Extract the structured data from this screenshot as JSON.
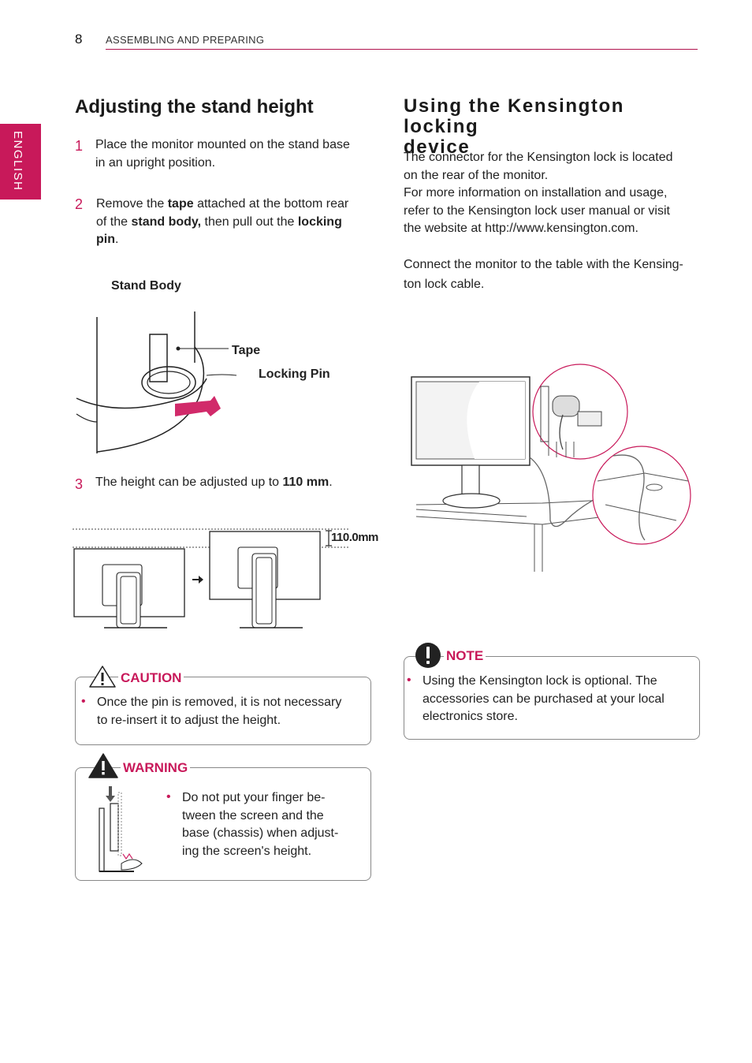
{
  "header": {
    "page_number": "8",
    "section": "ASSEMBLING AND PREPARING"
  },
  "language_tab": "ENGLISH",
  "left": {
    "title": "Adjusting the stand height",
    "steps": [
      {
        "num": "1",
        "line1": "Place the monitor mounted on the stand base",
        "line2": "in an upright position."
      },
      {
        "num": "2",
        "line1a": "Remove the ",
        "line1b": "tape",
        "line1c": " attached at the bottom rear",
        "line2a": "of the ",
        "line2b": "stand body,",
        "line2c": " then pull out the ",
        "line2d": "locking",
        "line3a": "pin",
        "line3b": "."
      },
      {
        "num": "3",
        "text_a": "The height can be adjusted up to ",
        "text_b": "110 mm",
        "text_c": "."
      }
    ],
    "figure1": {
      "stand_body": "Stand Body",
      "tape": "Tape",
      "locking_pin": "Locking Pin"
    },
    "figure2": {
      "height_label": "110.0mm"
    },
    "caution": {
      "title": "CAUTION",
      "line1": "Once the pin is removed, it is not necessary",
      "line2": "to re-insert it to adjust the height."
    },
    "warning": {
      "title": "WARNING",
      "lines": [
        "Do not put your finger be-",
        "tween the screen and the",
        "base (chassis) when adjust-",
        "ing the screen's height."
      ]
    }
  },
  "right": {
    "title_line1": "Using the Kensington locking",
    "title_line2": "device",
    "para1": [
      "The connector for the Kensington lock is located",
      "on the rear of the monitor.",
      "For more information on installation and usage,",
      "refer to the Kensington lock user manual or visit",
      "the website at http://www.kensington.com."
    ],
    "para2": [
      "Connect the monitor to the table with the Kensing-",
      "ton lock cable."
    ],
    "note": {
      "title": "NOTE",
      "lines": [
        "Using the Kensington lock is optional. The",
        "accessories can be purchased at your local",
        "electronics store."
      ]
    }
  },
  "colors": {
    "accent": "#c8195a",
    "rule": "#b0134e",
    "border": "#888888"
  }
}
